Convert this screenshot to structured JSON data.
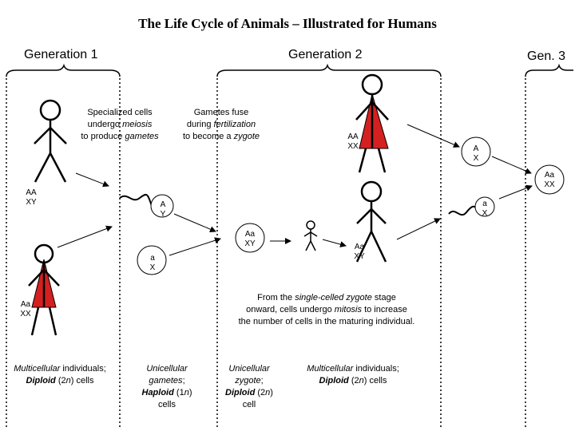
{
  "title": "The Life Cycle of Animals – Illustrated for Humans",
  "generations": [
    "Generation 1",
    "Generation 2",
    "Gen. 3"
  ],
  "notes": {
    "meiosis": {
      "l1": "Specialized cells",
      "l2a": "undergo ",
      "l2b": "meiosis",
      "l3a": "to produce ",
      "l3b": "gametes"
    },
    "fertilization": {
      "l1": "Gametes fuse",
      "l2a": "during ",
      "l2b": "fertilization",
      "l3a": "to become a ",
      "l3b": "zygote"
    },
    "mitosis": {
      "l1a": "From the ",
      "l1b": "single-celled zygote",
      "l1c": " stage",
      "l2a": "onward, cells undergo ",
      "l2b": "mitosis",
      "l2c": " to increase",
      "l3": "the number of cells in the maturing individual."
    }
  },
  "labels": {
    "male_g1": [
      "AA",
      "XY"
    ],
    "female_g1": [
      "Aa",
      "XX"
    ],
    "sperm_g1": [
      "A",
      "Y"
    ],
    "egg_g1": [
      "a",
      "X"
    ],
    "zygote": [
      "Aa",
      "XY"
    ],
    "male_g2": [
      "Aa",
      "XY"
    ],
    "female_g2": [
      "AA",
      "XX"
    ],
    "egg_g2": [
      "A",
      "X"
    ],
    "sperm_g2": [
      "a",
      "X"
    ],
    "gen3_zygote": [
      "Aa",
      "XX"
    ]
  },
  "bottom": {
    "multi1": {
      "a": "Multicellular",
      "b": " individuals;",
      "c": "Diploid",
      "d": " (2",
      "e": "n",
      "f": ") cells"
    },
    "gametes": {
      "l1": "Unicellular",
      "l2": "gametes",
      "l2b": ";",
      "l3a": "Haploid",
      "l3b": " (1",
      "l3c": "n",
      "l3d": ")",
      "l4": "cells"
    },
    "zygote": {
      "l1": "Unicellular",
      "l2": "zygote",
      "l2b": ";",
      "l3a": "Diploid",
      "l3b": " (2",
      "l3c": "n",
      "l3d": ")",
      "l4": "cell"
    },
    "multi2": {
      "a": "Multicellular",
      "b": " individuals;",
      "c": "Diploid",
      "d": " (2",
      "e": "n",
      "f": ") cells"
    }
  },
  "colors": {
    "female": "#d42020",
    "line": "#000000"
  }
}
